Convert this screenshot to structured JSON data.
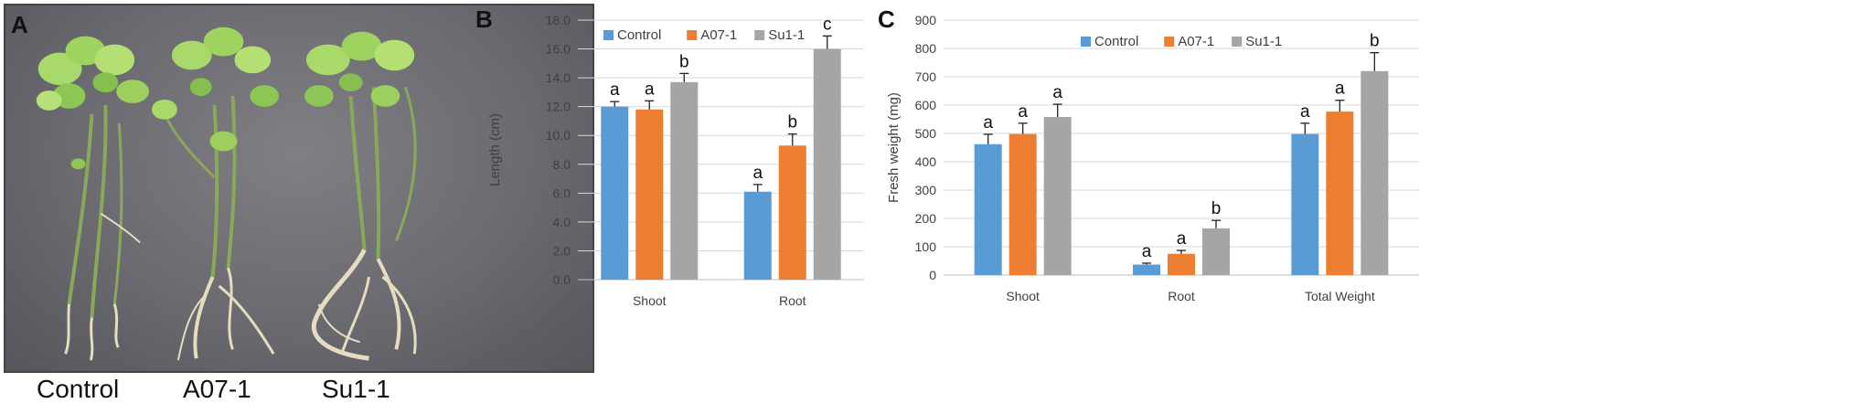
{
  "panels": {
    "a": {
      "letter": "A",
      "plants": [
        "Control",
        "A07-1",
        "Su1-1"
      ]
    },
    "b": {
      "letter": "B"
    },
    "c": {
      "letter": "C"
    }
  },
  "colors": {
    "Control": "#5b9bd5",
    "A07-1": "#ed7d31",
    "Su1-1": "#a5a5a5",
    "grid": "#d9d9d9",
    "axis": "#bfbfbf"
  },
  "chart_data": [
    {
      "type": "bar",
      "panel": "B",
      "title": "",
      "xlabel": "",
      "ylabel": "Length (cm)",
      "ylim": [
        0,
        18
      ],
      "yticks": [
        "0.0",
        "2.0",
        "4.0",
        "6.0",
        "8.0",
        "10.0",
        "12.0",
        "14.0",
        "16.0",
        "18.0"
      ],
      "categories": [
        "Shoot",
        "Root"
      ],
      "series": [
        {
          "name": "Control",
          "values": [
            12.0,
            6.1
          ],
          "errors": [
            0.35,
            0.5
          ],
          "letters": [
            "a",
            "a"
          ]
        },
        {
          "name": "A07-1",
          "values": [
            11.8,
            9.3
          ],
          "errors": [
            0.6,
            0.8
          ],
          "letters": [
            "a",
            "b"
          ]
        },
        {
          "name": "Su1-1",
          "values": [
            13.7,
            16.0
          ],
          "errors": [
            0.6,
            0.9
          ],
          "letters": [
            "b",
            "c"
          ]
        }
      ],
      "legend_position": "top",
      "grid": true
    },
    {
      "type": "bar",
      "panel": "C",
      "title": "",
      "xlabel": "",
      "ylabel": "Fresh weight (mg)",
      "ylim": [
        0,
        900
      ],
      "yticks": [
        "0",
        "100",
        "200",
        "300",
        "400",
        "500",
        "600",
        "700",
        "800",
        "900"
      ],
      "categories": [
        "Shoot",
        "Root",
        "Total Weight"
      ],
      "series": [
        {
          "name": "Control",
          "values": [
            462,
            37,
            498
          ],
          "errors": [
            35,
            5,
            38
          ],
          "letters": [
            "a",
            "a",
            "a"
          ]
        },
        {
          "name": "A07-1",
          "values": [
            498,
            75,
            577
          ],
          "errors": [
            38,
            12,
            40
          ],
          "letters": [
            "a",
            "a",
            "a"
          ]
        },
        {
          "name": "Su1-1",
          "values": [
            558,
            165,
            720
          ],
          "errors": [
            45,
            28,
            65
          ],
          "letters": [
            "a",
            "b",
            "b"
          ]
        }
      ],
      "legend_position": "top",
      "grid": true
    }
  ]
}
